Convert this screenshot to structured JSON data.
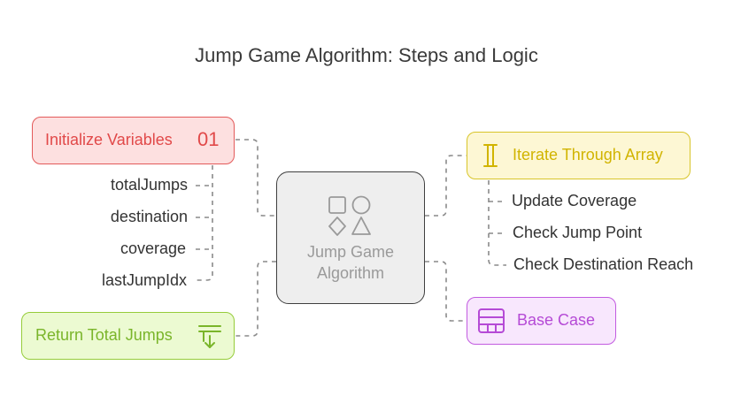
{
  "title": "Jump Game Algorithm: Steps and Logic",
  "center": {
    "label": "Jump Game Algorithm",
    "icon": "shapes-icon"
  },
  "init": {
    "label": "Initialize Variables",
    "icon": "numbers-01-icon",
    "icon_text": "01",
    "items": [
      "totalJumps",
      "destination",
      "coverage",
      "lastJumpIdx"
    ]
  },
  "iterate": {
    "label": "Iterate Through Array",
    "icon": "text-cursor-icon",
    "items": [
      "Update Coverage",
      "Check Jump Point",
      "Check Destination Reach"
    ]
  },
  "return": {
    "label": "Return Total Jumps",
    "icon": "arrow-down-to-bottom-icon"
  },
  "base": {
    "label": "Base Case",
    "icon": "table-layout-icon"
  },
  "colors": {
    "red": "#e14949",
    "yellow": "#d1b400",
    "green": "#7ab52a",
    "purple": "#b54ad6",
    "gray": "#9a9a9a"
  }
}
